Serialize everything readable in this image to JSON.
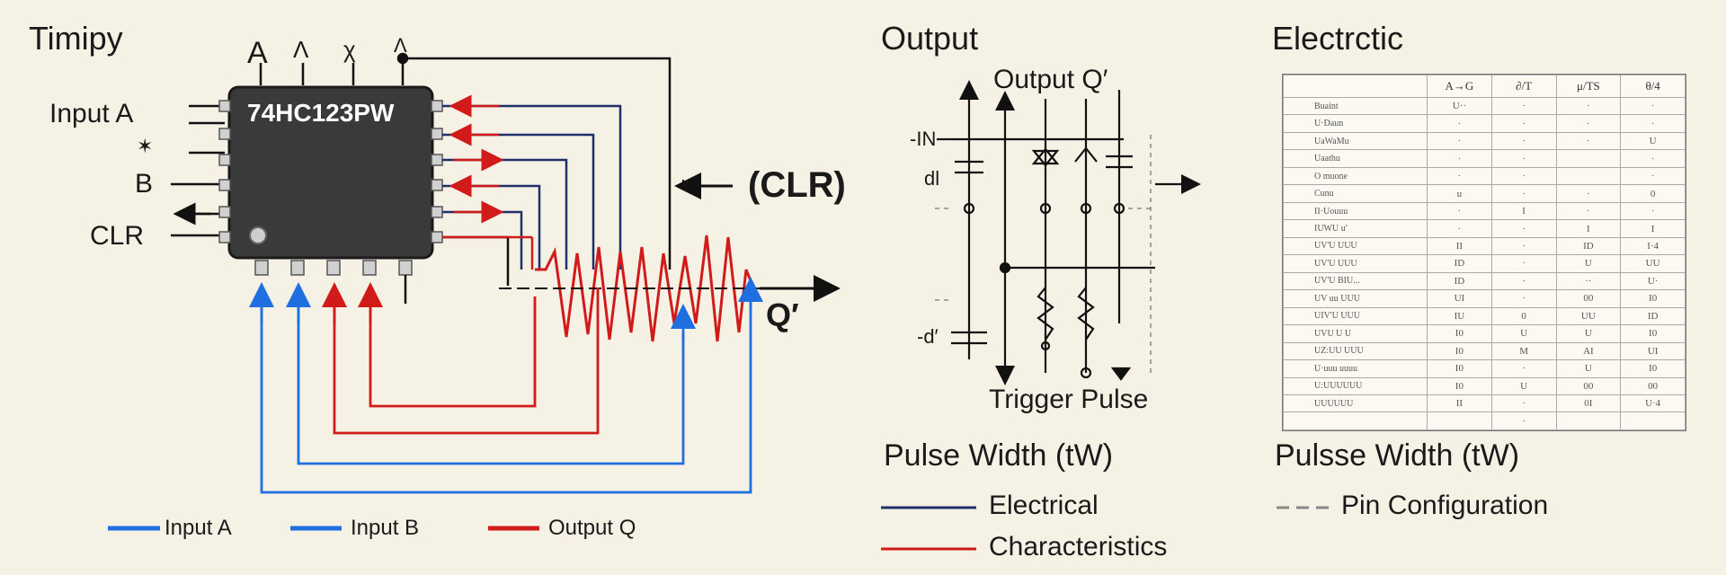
{
  "left_panel": {
    "title": "Timipy",
    "chip_label": "74HC123PW",
    "top_pin_labels": [
      "A",
      "Ʌ",
      "χ",
      "Ʌ"
    ],
    "left_labels": {
      "input_a": "Input A",
      "star": "✶",
      "b": "B",
      "clr": "CLR"
    },
    "clr_arrow_label": "(CLR)",
    "q_label": "Q′",
    "legend": [
      {
        "label": "Input A",
        "color": "#1f6fe0"
      },
      {
        "label": "Input B",
        "color": "#1f6fe0"
      },
      {
        "label": "Output Q",
        "color": "#d11a1a"
      }
    ]
  },
  "middle_panel": {
    "title": "Output",
    "output_q_label": "Output Q′",
    "in_label": "-IN",
    "dl_label": "dl",
    "dt_label": "-d′",
    "trigger_label": "Trigger Pulse",
    "pulse_width_label": "Pulse Width (tW)",
    "legend": [
      {
        "label": "Electrical",
        "color": "#1e2f6b"
      },
      {
        "label": "Characteristics",
        "color": "#d11a1a"
      }
    ]
  },
  "right_panel": {
    "title": "Electrctic",
    "table": {
      "headers": [
        "",
        "A→G",
        "∂/T",
        "μ/TS",
        "θ/4"
      ],
      "rows": [
        [
          "Buaint",
          "U··",
          "·",
          "·",
          "·"
        ],
        [
          "U·Daun",
          "·",
          "·",
          "·",
          "·"
        ],
        [
          "UaWaMu",
          "·",
          "·",
          "·",
          "U"
        ],
        [
          "Uaathu",
          "·",
          "·",
          "",
          "·"
        ],
        [
          "O muone",
          "·",
          "·",
          "",
          "·"
        ],
        [
          "Cunu",
          "u",
          "·",
          "·",
          "0"
        ],
        [
          "II·Uouuu",
          "·",
          "I",
          "·",
          "·"
        ],
        [
          "IUWU u′",
          "·",
          "·",
          "I",
          "I"
        ],
        [
          "UV'U UUU",
          "II",
          "·",
          "ID",
          "I·4"
        ],
        [
          "UV'U UUU",
          "ID",
          "·",
          "U",
          "UU"
        ],
        [
          "UV'U BIU...",
          "ID",
          "·",
          "··",
          "U·"
        ],
        [
          "UV uu UUU",
          "UI",
          "·",
          "00",
          "I0"
        ],
        [
          "UIV'U UUU",
          "IU",
          "0",
          "UU",
          "ID"
        ],
        [
          "UVU U U",
          "I0",
          "U",
          "U",
          "I0"
        ],
        [
          "UZ:UU UUU",
          "I0",
          "M",
          "AI",
          "UI"
        ],
        [
          "U·uuu uuuu",
          "I0",
          "·",
          "U",
          "I0"
        ],
        [
          "U:UUUUUU",
          "I0",
          "U",
          "00",
          "00"
        ],
        [
          "UUUUUU",
          "II",
          "·",
          "0I",
          "U·4"
        ],
        [
          "",
          "",
          "·",
          "",
          ""
        ]
      ]
    },
    "pulse_width_label": "Pulsse Width (tW)",
    "legend": [
      {
        "label": "Pin Configuration",
        "color": "#888888"
      }
    ]
  }
}
